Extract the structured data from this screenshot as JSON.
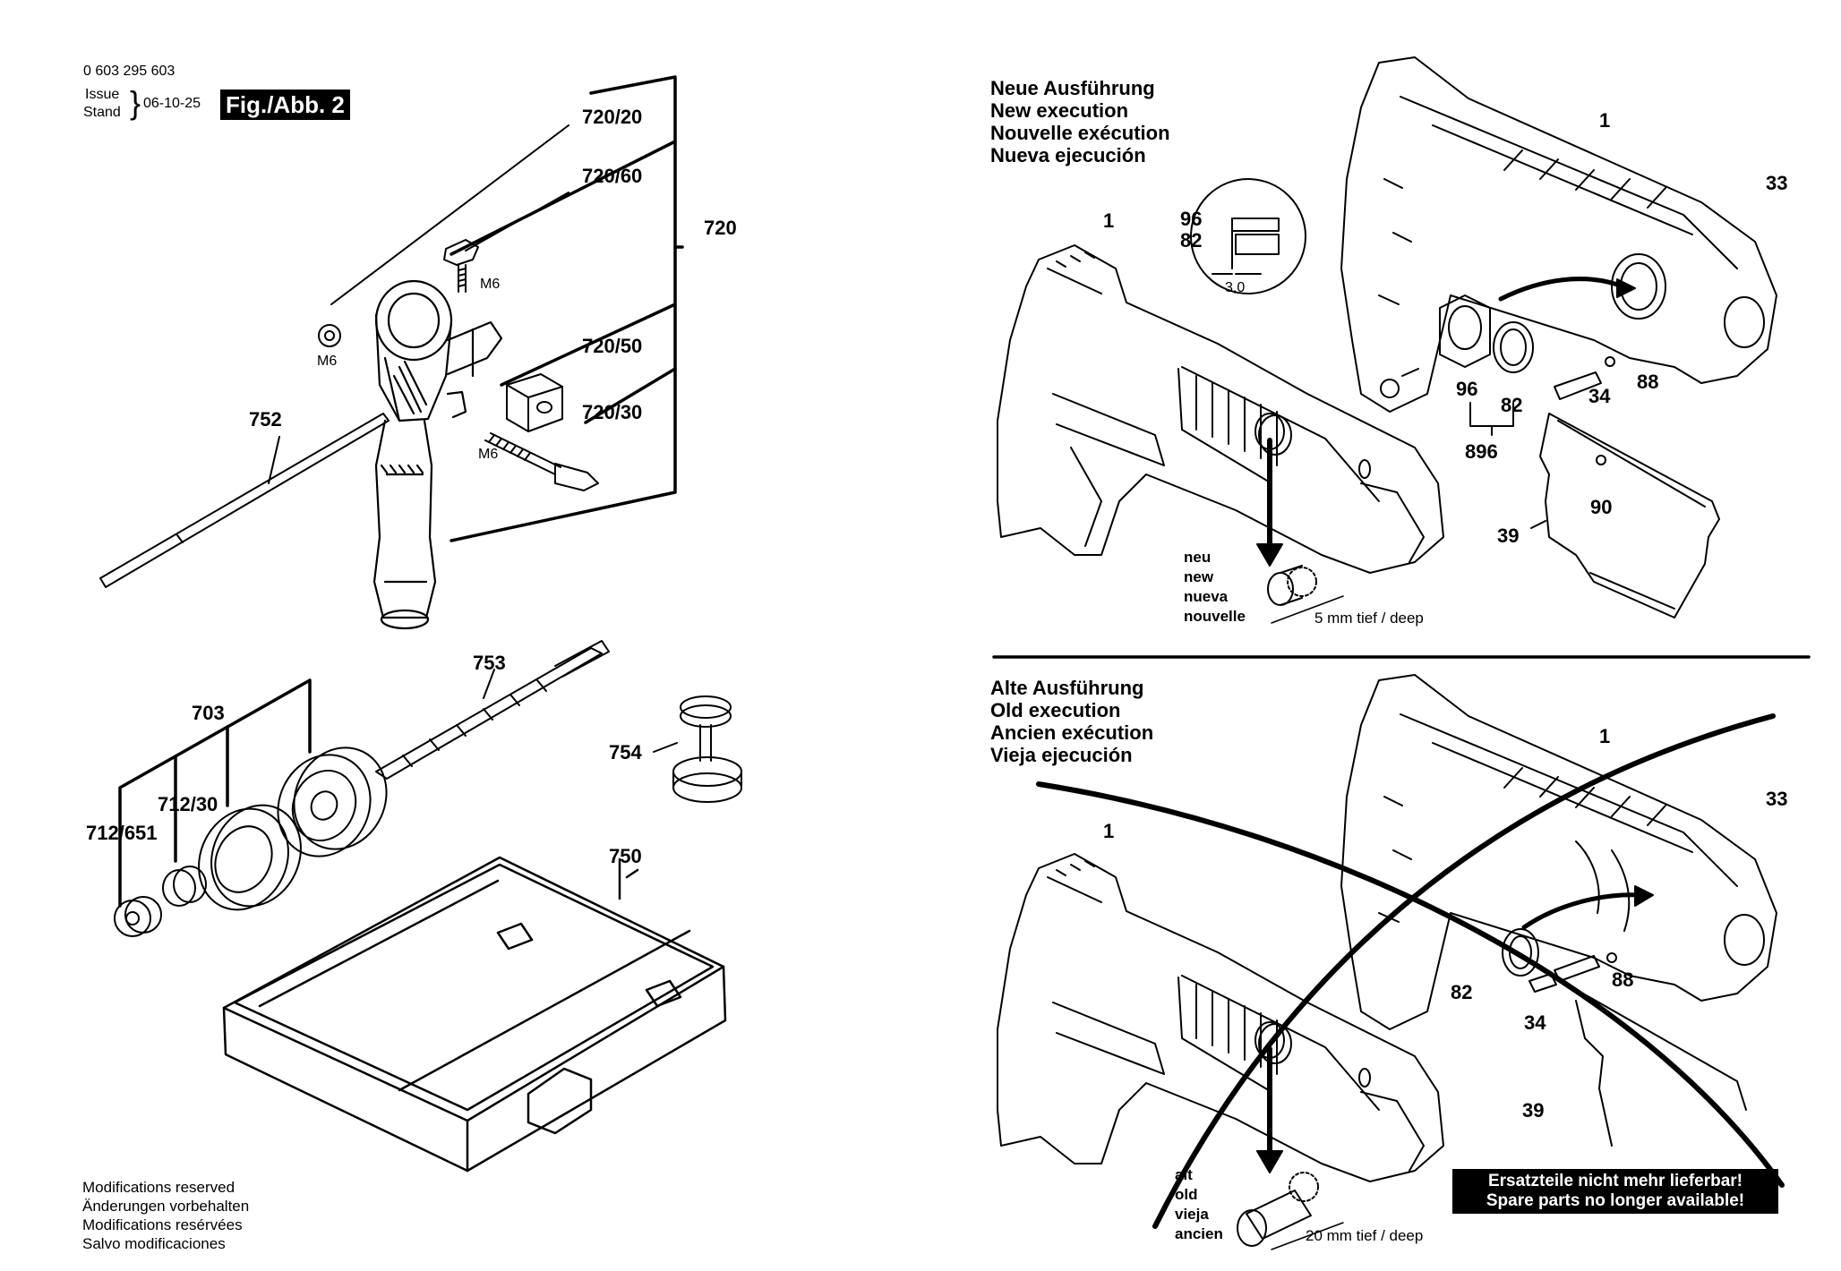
{
  "meta": {
    "part_number": "0 603 295 603",
    "issue_label_1": "Issue",
    "issue_label_2": "Stand",
    "issue_date": "06-10-25",
    "figure_label": "Fig./Abb. 2"
  },
  "left_panel": {
    "callouts": {
      "c720_20": "720/20",
      "c720_60": "720/60",
      "c720": "720",
      "c720_50": "720/50",
      "c720_30": "720/30",
      "c752": "752",
      "m6_nut": "M6",
      "m6_bolt": "M6",
      "m6_screw": "M6",
      "c753": "753",
      "c703": "703",
      "c754": "754",
      "c712_30": "712/30",
      "c712_651": "712/651",
      "c750": "750"
    },
    "footer_lines": [
      "Modifications reserved",
      "Änderungen vorbehalten",
      "Modifications resérvées",
      "Salvo modificaciones"
    ]
  },
  "new_execution": {
    "heading_lines": [
      "Neue Ausführung",
      "New execution",
      "Nouvelle exécution",
      "Nueva ejecución"
    ],
    "callouts": {
      "housing_a": "1",
      "housing_b": "1",
      "detail_96": "96",
      "detail_82": "82",
      "dimension": "3,0",
      "c33": "33",
      "c96": "96",
      "c82": "82",
      "c34": "34",
      "c88": "88",
      "c896": "896",
      "c90": "90",
      "c39": "39"
    },
    "new_words": [
      "neu",
      "new",
      "nueva",
      "nouvelle"
    ],
    "depth_note": "5 mm tief / deep"
  },
  "old_execution": {
    "heading_lines": [
      "Alte Ausführung",
      "Old execution",
      "Ancien exécution",
      "Vieja ejecución"
    ],
    "callouts": {
      "housing_a": "1",
      "housing_b": "1",
      "c33": "33",
      "c82": "82",
      "c88": "88",
      "c34": "34",
      "c39": "39"
    },
    "old_words": [
      "alt",
      "old",
      "vieja",
      "ancien"
    ],
    "depth_note": "20 mm tief / deep",
    "unavailable_notice": [
      "Ersatzteile nicht mehr lieferbar!",
      "Spare parts no longer available!"
    ]
  }
}
